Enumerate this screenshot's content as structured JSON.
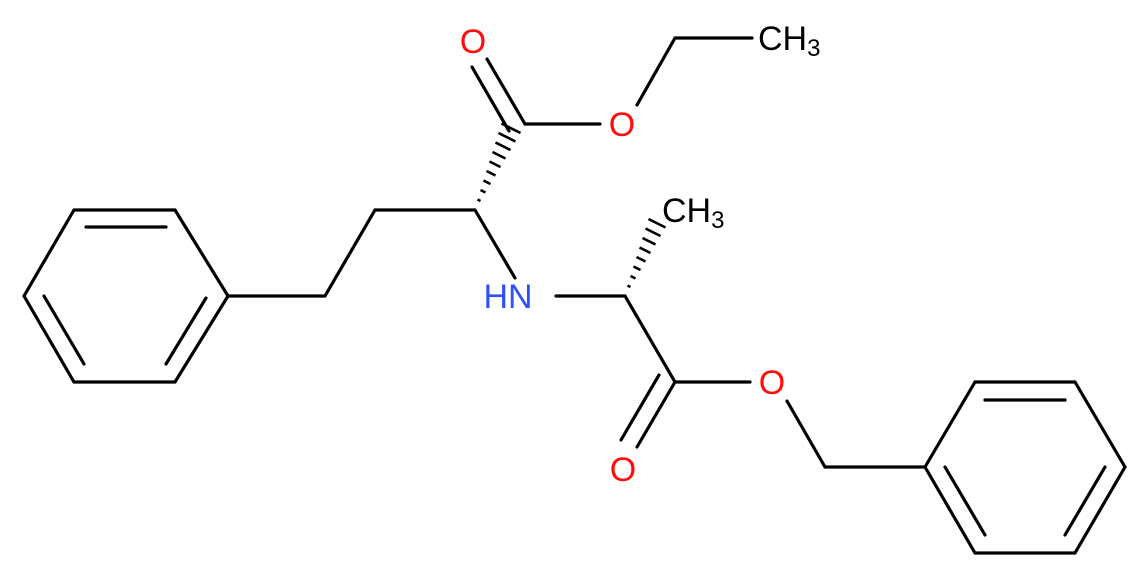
{
  "molecule": {
    "colors": {
      "carbon": "#000000",
      "oxygen": "#ff0d0d",
      "nitrogen": "#3050f8"
    },
    "labels": {
      "o_carbonyl_top": "O",
      "o_ester_top": "O",
      "ch3_top_main": "CH",
      "ch3_top_sub": "3",
      "nh": "HN",
      "ch3_alpha_main": "CH",
      "ch3_alpha_sub": "3",
      "o_ester_bottom": "O",
      "o_carbonyl_bottom": "O"
    }
  }
}
